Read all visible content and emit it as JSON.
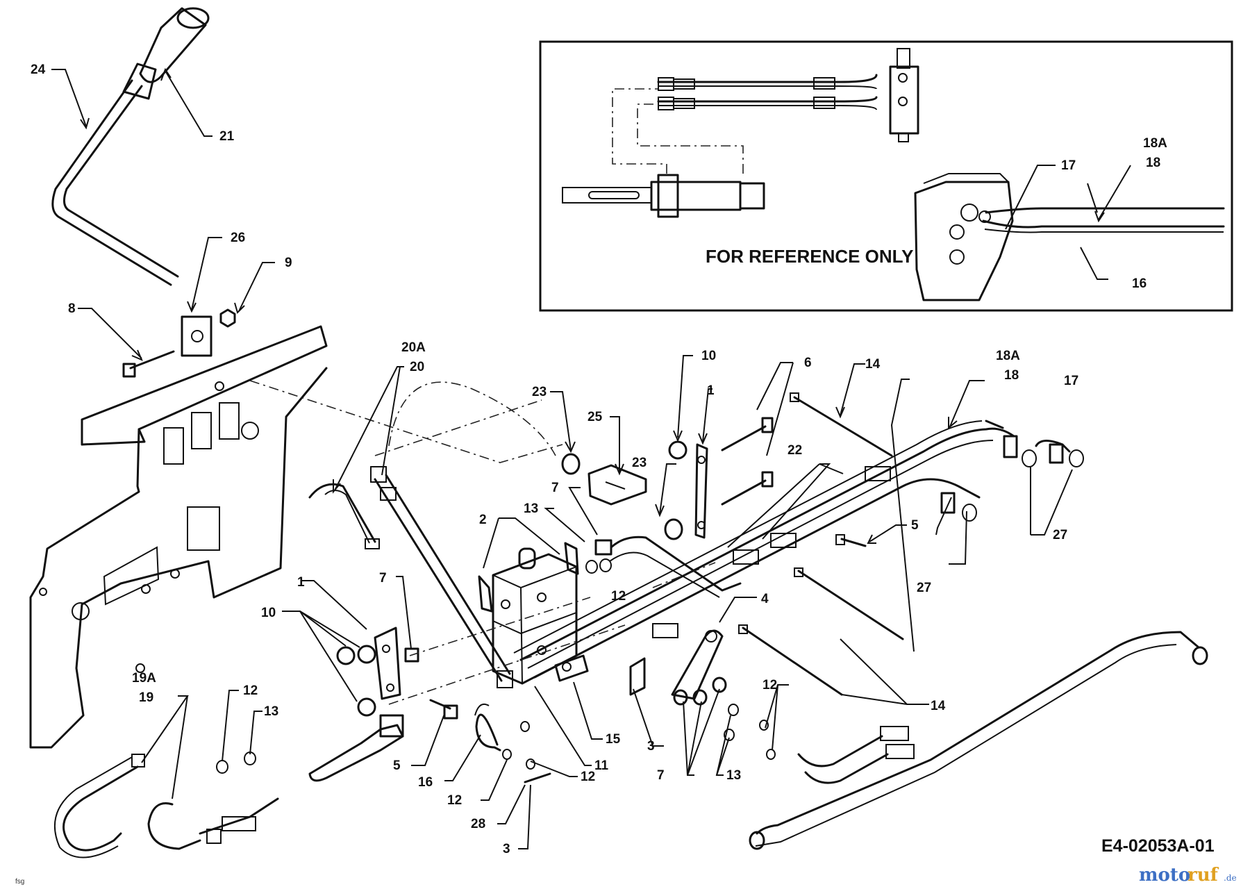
{
  "inset": {
    "title": "FOR REFERENCE ONLY",
    "labels": [
      "18A",
      "18",
      "17",
      "16"
    ]
  },
  "drawing_code": "E4-02053A-01",
  "corner_mark": "fsg",
  "watermark": {
    "part1": "moto",
    "part2": "ruf",
    "suffix": ".de"
  },
  "callouts": [
    "24",
    "21",
    "26",
    "9",
    "8",
    "20A",
    "20",
    "23",
    "25",
    "10",
    "1",
    "6",
    "14",
    "18A",
    "18",
    "17",
    "22",
    "23",
    "7",
    "13",
    "2",
    "5",
    "12",
    "27",
    "27",
    "1",
    "7",
    "10",
    "4",
    "14",
    "19A",
    "19",
    "12",
    "13",
    "5",
    "16",
    "15",
    "11",
    "12",
    "12",
    "28",
    "3",
    "3",
    "7",
    "13",
    "12"
  ]
}
